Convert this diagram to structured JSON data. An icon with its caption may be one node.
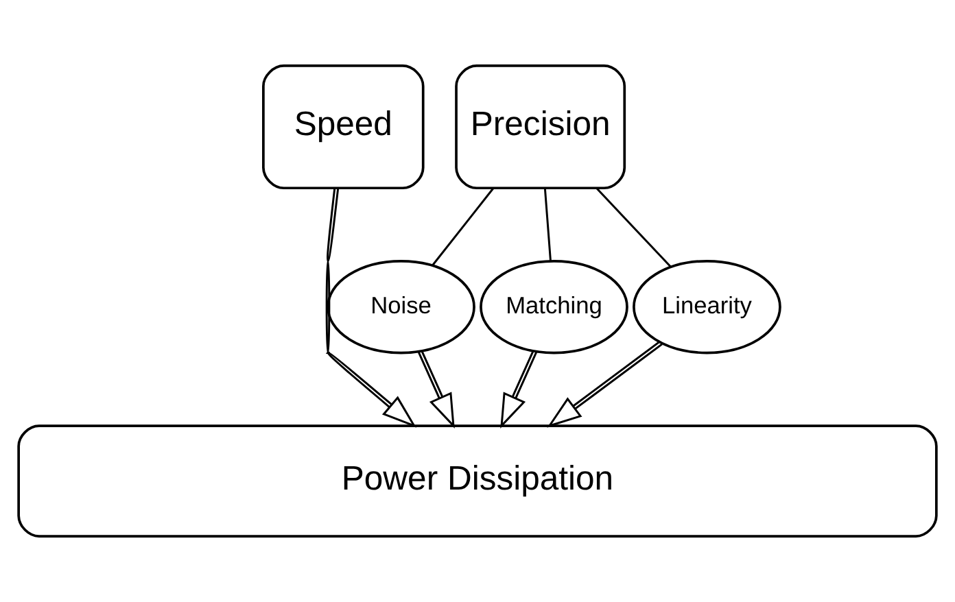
{
  "diagram": {
    "nodes": [
      {
        "text": [
          "Speed"
        ]
      },
      {
        "text": [
          "Precision"
        ]
      },
      {
        "text": [
          "Noise"
        ]
      },
      {
        "text": [
          "Matching"
        ]
      },
      {
        "text": [
          "Linearity"
        ]
      },
      {
        "text": [
          "Power Dissipation"
        ]
      }
    ],
    "edges": [
      {
        "from": 1,
        "to": 2,
        "arrow": "none"
      },
      {
        "from": 1,
        "to": 3,
        "arrow": "none"
      },
      {
        "from": 1,
        "to": 4,
        "arrow": "none"
      },
      {
        "from": 0,
        "to": 5,
        "arrow": "to"
      },
      {
        "from": 2,
        "to": 5,
        "arrow": "to"
      },
      {
        "from": 3,
        "to": 5,
        "arrow": "to"
      },
      {
        "from": 4,
        "to": 5,
        "arrow": "to"
      }
    ]
  }
}
